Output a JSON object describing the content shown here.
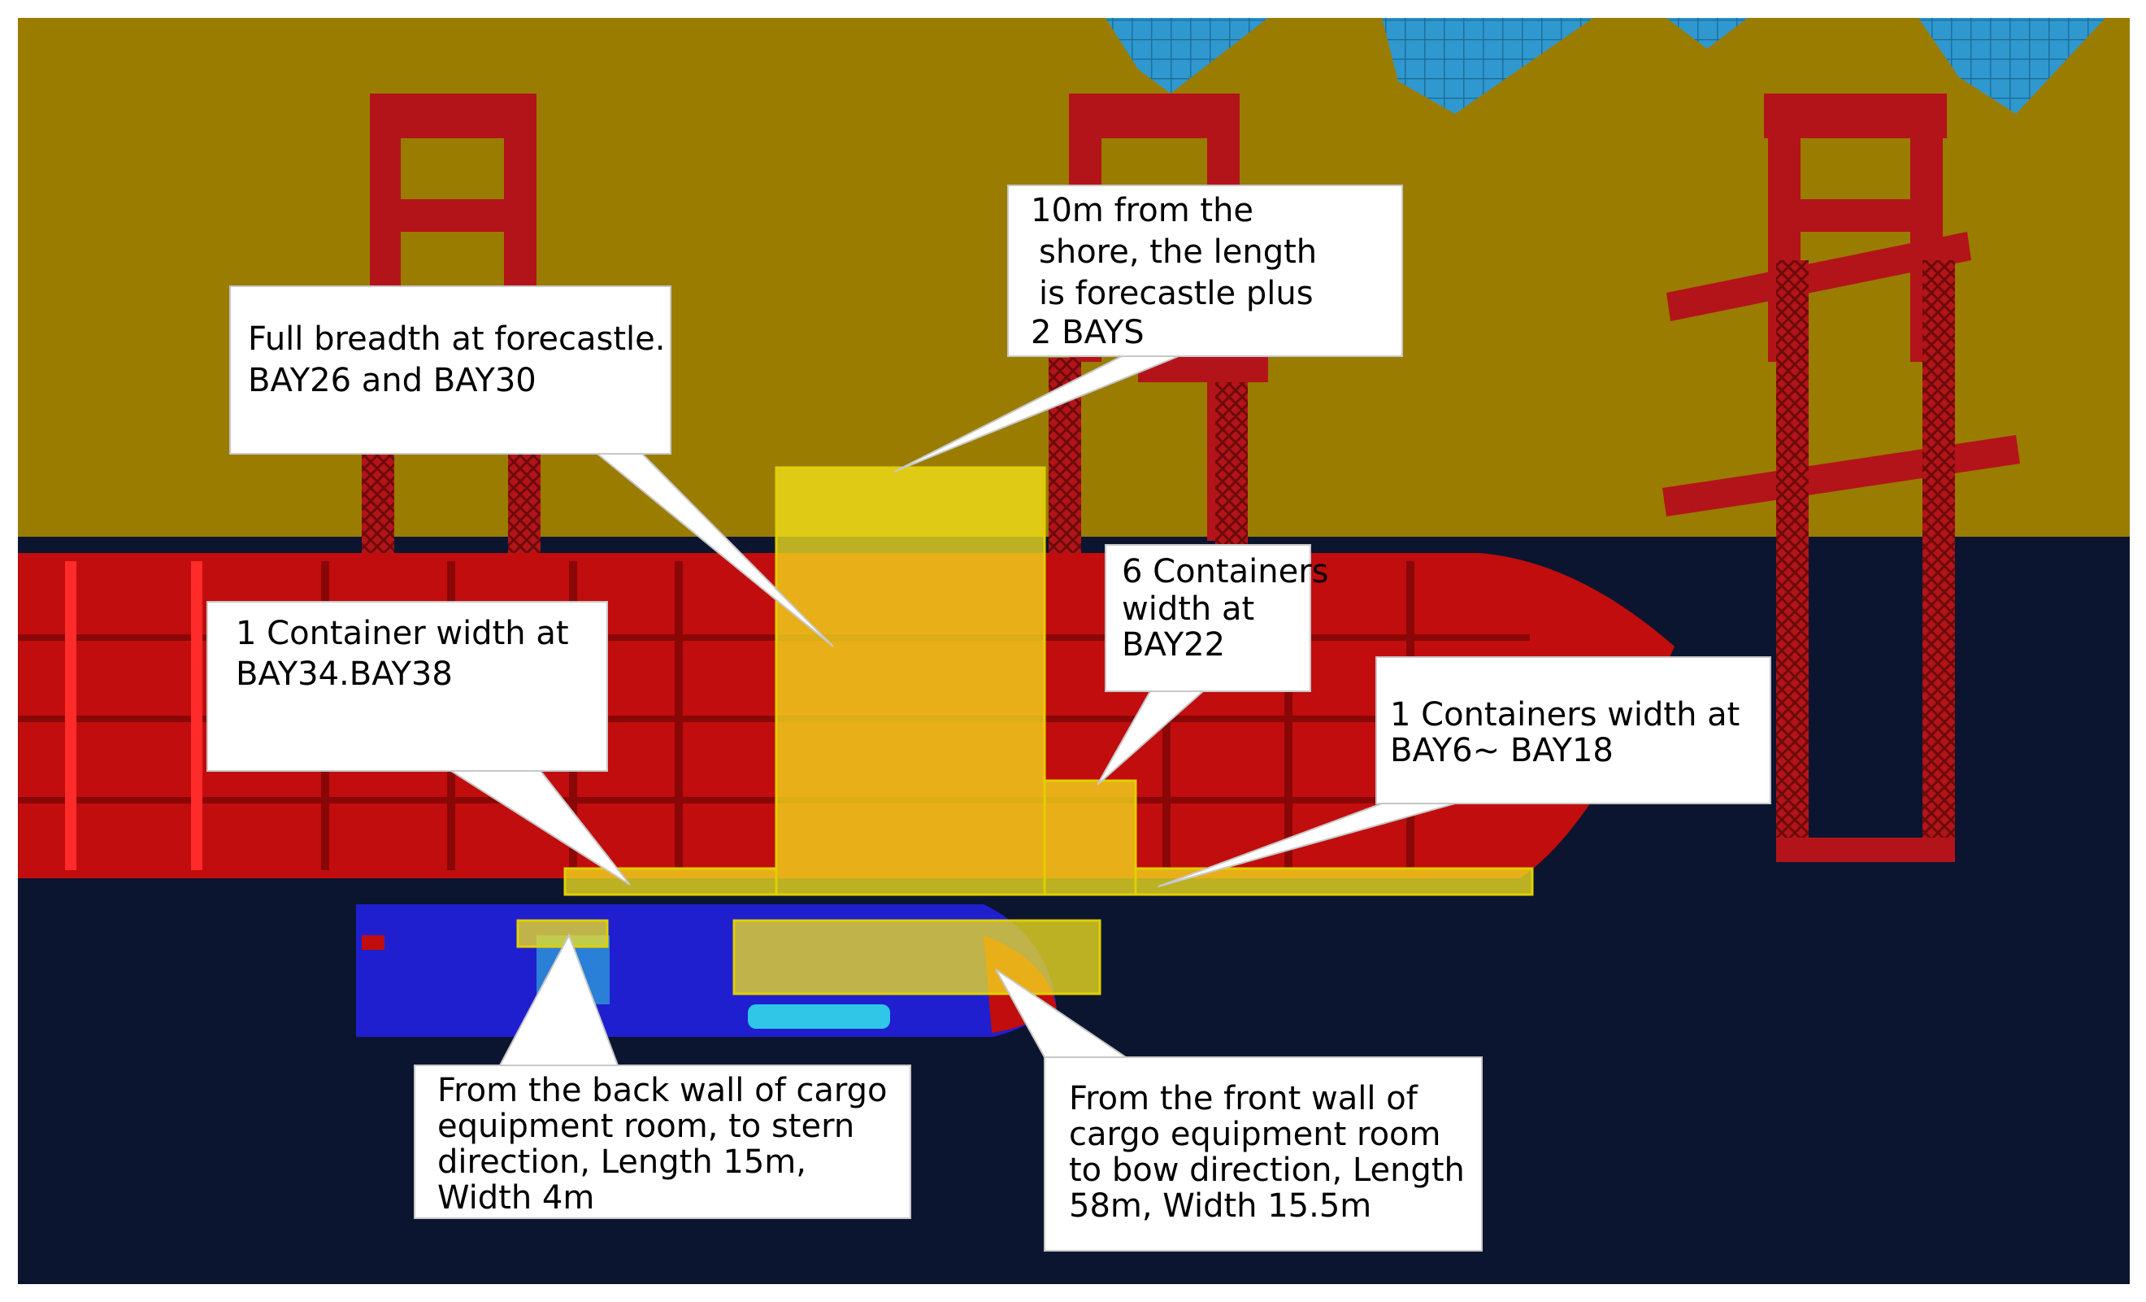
{
  "callouts": {
    "full_breadth": [
      "Full breadth at forecastle.",
      "BAY26 and BAY30"
    ],
    "ten_m_shore": [
      "10m from the",
      "shore, the length",
      "is forecastle plus",
      "2 BAYS"
    ],
    "six_containers": [
      "6 Containers",
      "width at",
      "BAY22"
    ],
    "one_container_34_38": [
      "1 Container width at",
      "BAY34.BAY38"
    ],
    "one_containers_6_18": [
      "1 Containers width at",
      "BAY6~ BAY18"
    ],
    "back_wall": [
      "From the back wall of cargo",
      "equipment room,   to stern",
      "direction, Length 15m,",
      "Width 4m"
    ],
    "front_wall": [
      "From the front wall of",
      "cargo equipment room",
      "to bow direction, Length",
      "58m, Width 15.5m"
    ]
  },
  "colors": {
    "quay": "#9a7c00",
    "water": "#0c1530",
    "container_ship": "#c10d0d",
    "crane": "#b3141a",
    "small_vessel": "#1f1fd0",
    "zone_highlight": "#f5e61e",
    "solar_panel": "#2f98cf",
    "callout_bg": "#ffffff"
  }
}
